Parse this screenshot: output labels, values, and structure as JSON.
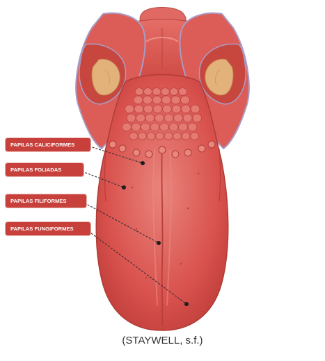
{
  "labels": [
    {
      "name": "caliciformes",
      "text": "PAPILAS CALICIFORMES"
    },
    {
      "name": "foliadas",
      "text": "PAPILAS FOLIADAS"
    },
    {
      "name": "filiformes",
      "text": "PAPILAS FILIFORMES"
    },
    {
      "name": "fungiformes",
      "text": "PAPILAS FUNGIFORMES"
    }
  ],
  "caption": "(STAYWELL, s.f.)",
  "colors": {
    "label_bg": "#c8403b",
    "tongue": "#d9524e",
    "tongue_light": "#e47a72",
    "tonsil": "#e2b27a",
    "tissue_outline": "#a99cc4"
  }
}
